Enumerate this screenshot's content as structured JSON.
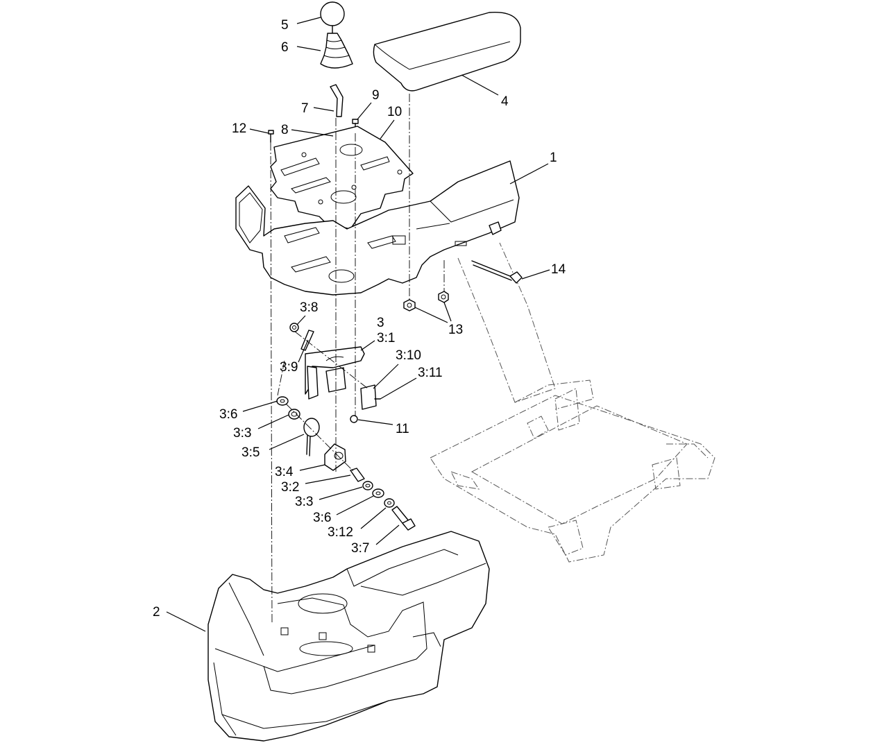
{
  "callouts": [
    {
      "id": "c5",
      "text": "5"
    },
    {
      "id": "c6",
      "text": "6"
    },
    {
      "id": "c4",
      "text": "4"
    },
    {
      "id": "c7",
      "text": "7"
    },
    {
      "id": "c9",
      "text": "9"
    },
    {
      "id": "c8",
      "text": "8"
    },
    {
      "id": "c10",
      "text": "10"
    },
    {
      "id": "c12",
      "text": "12"
    },
    {
      "id": "c1",
      "text": "1"
    },
    {
      "id": "c14",
      "text": "14"
    },
    {
      "id": "c13",
      "text": "13"
    },
    {
      "id": "c3_8",
      "text": "3:8"
    },
    {
      "id": "c3",
      "text": "3"
    },
    {
      "id": "c3_1",
      "text": "3:1"
    },
    {
      "id": "c3_9",
      "text": "3:9"
    },
    {
      "id": "c3_10",
      "text": "3:10"
    },
    {
      "id": "c3_11",
      "text": "3:11"
    },
    {
      "id": "c3_6a",
      "text": "3:6"
    },
    {
      "id": "c3_3a",
      "text": "3:3"
    },
    {
      "id": "c11",
      "text": "11"
    },
    {
      "id": "c3_5",
      "text": "3:5"
    },
    {
      "id": "c3_4",
      "text": "3:4"
    },
    {
      "id": "c3_2",
      "text": "3:2"
    },
    {
      "id": "c3_3b",
      "text": "3:3"
    },
    {
      "id": "c3_6b",
      "text": "3:6"
    },
    {
      "id": "c3_12",
      "text": "3:12"
    },
    {
      "id": "c3_7",
      "text": "3:7"
    },
    {
      "id": "c2",
      "text": "2"
    }
  ]
}
